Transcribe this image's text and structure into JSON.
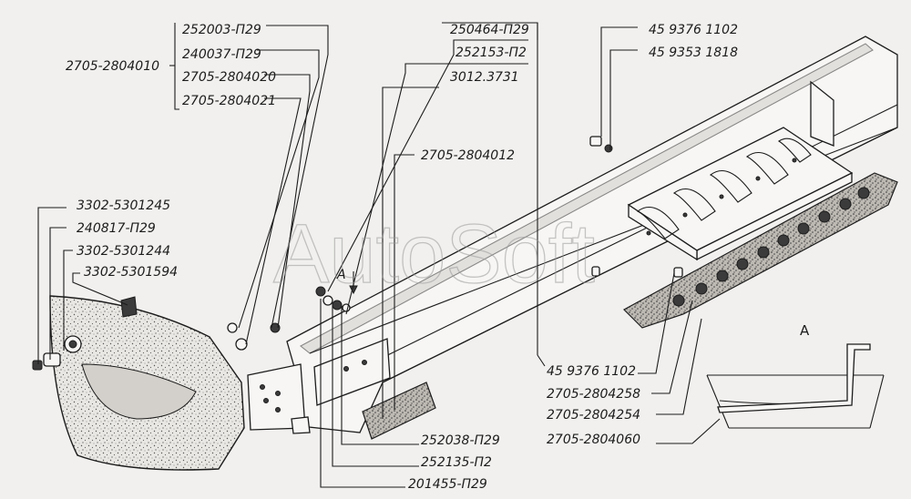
{
  "watermark": "AutoSoft",
  "detail_label": "A",
  "section_mark": "A",
  "labels": {
    "l_252003": "252003-П29",
    "l_240037": "240037-П29",
    "l_2705_2804020": "2705-2804020",
    "l_2705_2804021": "2705-2804021",
    "l_2705_2804010": "2705-2804010",
    "l_250464": "250464-П29",
    "l_252153": "252153-П2",
    "l_3012_3731": "3012.3731",
    "l_2705_2804012": "2705-2804012",
    "l_4593761102_top": "45 9376 1102",
    "l_4593531818": "45 9353 1818",
    "l_3302_5301245": "3302-5301245",
    "l_240817": "240817-П29",
    "l_3302_5301244": "3302-5301244",
    "l_3302_5301594": "3302-5301594",
    "l_4593761102_bot": "45 9376 1102",
    "l_2705_2804258": "2705-2804258",
    "l_2705_2804254": "2705-2804254",
    "l_2705_2804060": "2705-2804060",
    "l_252038": "252038-П29",
    "l_252135": "252135-П2",
    "l_201455": "201455-П29"
  }
}
